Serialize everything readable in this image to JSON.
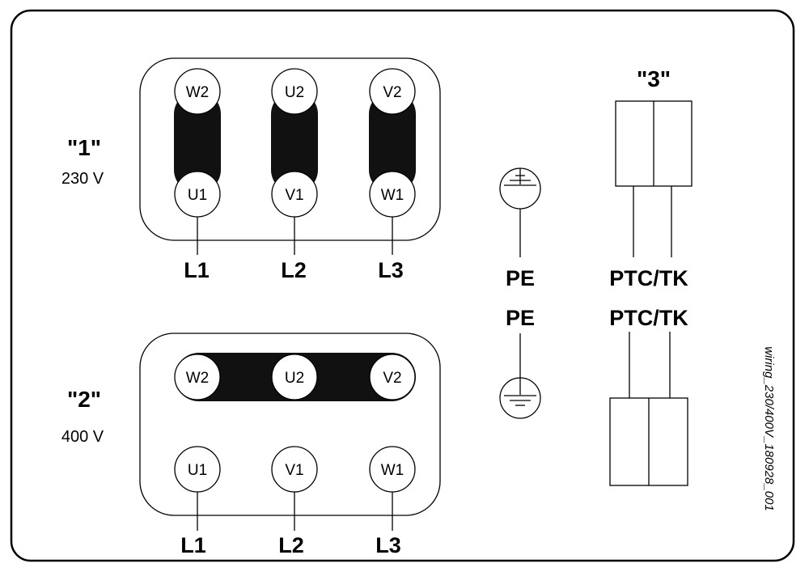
{
  "diagram": {
    "config_1": {
      "label": "\"1\"",
      "voltage": "230 V"
    },
    "config_2": {
      "label": "\"2\"",
      "voltage": "400 V"
    },
    "config_3": {
      "label": "\"3\""
    },
    "top_block": {
      "upper_nodes": [
        "W2",
        "U2",
        "V2"
      ],
      "lower_nodes": [
        "U1",
        "V1",
        "W1"
      ],
      "lines": [
        "L1",
        "L2",
        "L3"
      ]
    },
    "bottom_block": {
      "upper_nodes": [
        "W2",
        "U2",
        "V2"
      ],
      "lower_nodes": [
        "U1",
        "V1",
        "W1"
      ],
      "lines": [
        "L1",
        "L2",
        "L3"
      ]
    },
    "pe_top": "PE",
    "pe_bottom": "PE",
    "ptc_top": "PTC/TK",
    "ptc_bottom": "PTC/TK",
    "drawing_code": "wiring_230/400V_180928_001"
  }
}
